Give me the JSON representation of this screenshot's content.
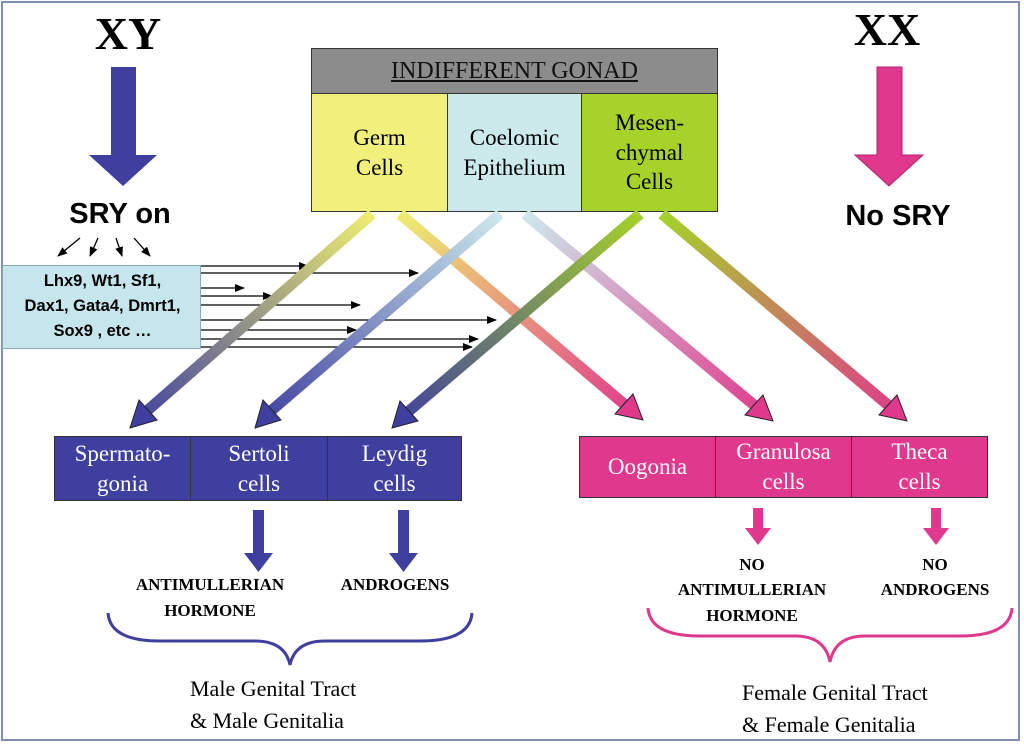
{
  "colors": {
    "male_blue": "#3e3f9f",
    "female_pink": "#e0388c",
    "gonad_header": "#8c8c8c",
    "germ_yellow": "#f0f07a",
    "coelomic_blue": "#cce9ec",
    "mesen_green": "#a6d22a",
    "gene_box": "#c6e6ee"
  },
  "left": {
    "karyotype": "XY",
    "sry": "SRY on"
  },
  "right": {
    "karyotype": "XX",
    "sry": "No SRY"
  },
  "gonad": {
    "header": "INDIFFERENT GONAD",
    "cells": [
      "Germ\nCells",
      "Coelomic\nEpithelium",
      "Mesen-\nchymal\nCells"
    ]
  },
  "genes": [
    "Lhx9, Wt1, Sf1,",
    "Dax1, Gata4, Dmrt1,",
    "Sox9 , etc …"
  ],
  "male_cells": [
    "Spermato-\ngonia",
    "Sertoli\ncells",
    "Leydig\ncells"
  ],
  "female_cells": [
    "Oogonia",
    "Granulosa\ncells",
    "Theca\ncells"
  ],
  "male_products": {
    "amh_1": "ANTIMULLERIAN",
    "amh_2": "HORMONE",
    "androgens": "ANDROGENS"
  },
  "female_products": {
    "no_1": "NO",
    "amh_1": "ANTIMULLERIAN",
    "amh_2": "HORMONE",
    "no_2": "NO",
    "androgens": "ANDROGENS"
  },
  "outcomes": {
    "male_1": "Male Genital Tract",
    "male_2": "& Male Genitalia",
    "female_1": "Female Genital Tract",
    "female_2": "& Female Genitalia"
  }
}
